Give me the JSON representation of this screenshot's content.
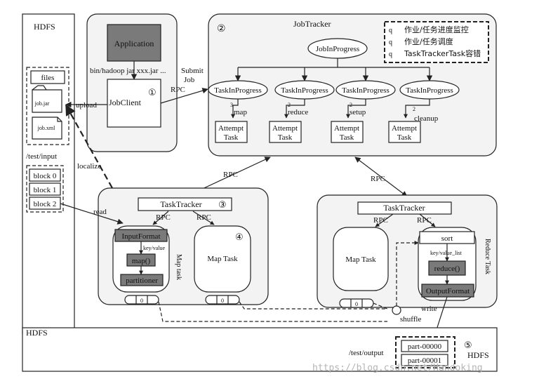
{
  "hdfs_left": {
    "title": "HDFS",
    "files_label": "files",
    "job_jar": "job.jar",
    "job_xml": "job.xml",
    "input_path": "/test/input",
    "blocks": [
      "block 0",
      "block 1",
      "block 2"
    ]
  },
  "client": {
    "application": "Application",
    "command": "bin/hadoop jar xxx.jar ...",
    "jobclient": "JobClient",
    "num": "①",
    "upload": "upload",
    "localize": "localize",
    "submit": "Submit\nJob",
    "rpc": "RPC"
  },
  "jobtracker": {
    "title": "JobTracker",
    "num": "②",
    "jip": "JobInProgress",
    "legend": [
      "作业/任务进度监控",
      "作业/任务调度",
      "TaskTrackerTask容错"
    ],
    "tips": [
      "TaskInProgress",
      "TaskInProgress",
      "TaskInProgress",
      "TaskInProgress"
    ],
    "attempt_line1": "Attempt",
    "attempt_line2": "Task",
    "task_types": [
      "map",
      "reduce",
      "setup",
      "cleanup"
    ],
    "counts": [
      "3",
      "2",
      "2",
      "2"
    ]
  },
  "rpc_label": "RPC",
  "map_tt": {
    "title": "TaskTracker",
    "num": "③",
    "num_map": "④",
    "input_format": "InputFormat",
    "key_value": "key/value",
    "map_fn": "map()",
    "partitioner": "partitioner",
    "side_label": "Map task",
    "map_task": "Map Task",
    "read": "read",
    "disk_val": "0"
  },
  "reduce_tt": {
    "title": "TaskTracker",
    "sort": "sort",
    "key_value_list": "key/value_list",
    "reduce_fn": "reduce()",
    "output_format": "OutputFormat",
    "write": "write",
    "shuffle": "shuffle",
    "map_task": "Map Task",
    "side_label": "Reduce Task",
    "disk_val": "0"
  },
  "hdfs_bottom": {
    "title_left": "HDFS",
    "output_path": "/test/output",
    "parts": [
      "part-00000",
      "part-00001"
    ],
    "num": "⑤",
    "title_right": "HDFS"
  },
  "watermark": "https://blog.csdn.net/Handoking"
}
